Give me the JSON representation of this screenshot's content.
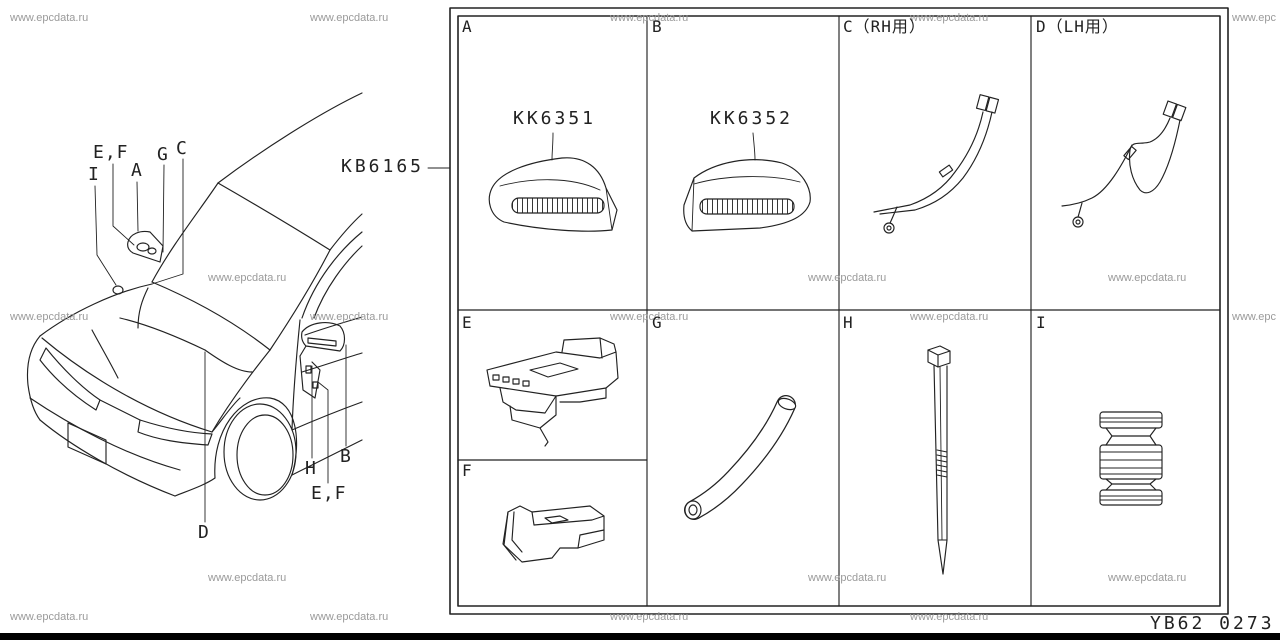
{
  "watermark": "www.epcdata.ru",
  "watermark_partial": "www.epc",
  "assembly": {
    "kit_number": "KB6165"
  },
  "figure_code": "YB62 0273",
  "callouts": {
    "ef_upper": "E,F",
    "g": "G",
    "c": "C",
    "a": "A",
    "i": "I",
    "d": "D",
    "h": "H",
    "ef_lower": "E,F",
    "b": "B"
  },
  "cells": {
    "a": {
      "label": "A",
      "part_number": "KK6351"
    },
    "b": {
      "label": "B",
      "part_number": "KK6352"
    },
    "c": {
      "label": "C（RH用）"
    },
    "d": {
      "label": "D（LH用）"
    },
    "e": {
      "label": "E"
    },
    "f": {
      "label": "F"
    },
    "g": {
      "label": "G"
    },
    "h": {
      "label": "H"
    },
    "i": {
      "label": "I"
    }
  },
  "colors": {
    "line": "#222222",
    "watermark": "#9a9a9a",
    "background": "#ffffff"
  }
}
